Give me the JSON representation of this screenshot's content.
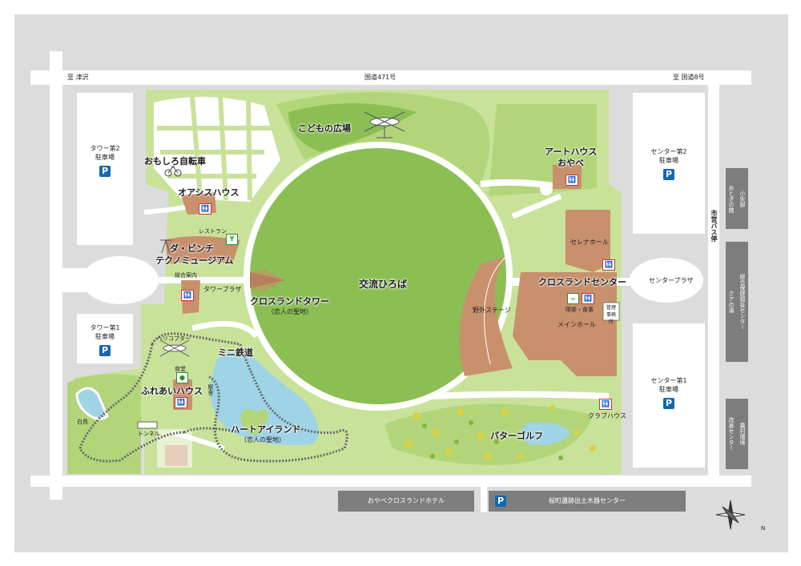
{
  "roads": {
    "top_road": "国道471号",
    "to_left": "至 津沢",
    "to_right": "至 国道8号"
  },
  "parking": {
    "tower2": [
      "タワー第2",
      "駐車場"
    ],
    "tower1": [
      "タワー第1",
      "駐車場"
    ],
    "center2": [
      "センター第2",
      "駐車場"
    ],
    "center1": [
      "センター第1",
      "駐車場"
    ],
    "p_symbol": "P"
  },
  "facilities": {
    "kodomo": "こどもの広場",
    "omoshiro": "おもしろ自転車",
    "oasis": "オアシスハウス",
    "restaurant": "レストラン",
    "davinci_1": "ダ・ビンチ",
    "davinci_2": "テクノミュージアム",
    "info": "総合案内",
    "tower_plaza": "タワープラザ",
    "tower_1": "クロスランドタワー",
    "tower_2": "（恋人の聖地）",
    "koryu": "交流ひろば",
    "art_1": "アートハウス",
    "art_2": "おやべ",
    "selena": "セレナホール",
    "crossland_center": "クロスランドセンター",
    "outdoor_stage": "野外ステージ",
    "cafe": "喫茶・食事",
    "office": "管理事務所",
    "main_hall": "メインホール",
    "center_plaza": "センタープラザ",
    "bus_stop": "市営バス停",
    "helicopter": "ヘリコプター",
    "mini_railway": "ミニ鉄道",
    "cafeteria": "食堂",
    "fureai": "ふれあいハウス",
    "station": "駅舎",
    "heart_1": "ハートアイランド",
    "heart_2": "（恋人の聖地）",
    "pond": "白鳥",
    "tunnel": "トンネル",
    "club_house": "クラブハウス",
    "putter_golf": "パターゴルフ"
  },
  "bottom_bands": {
    "hotel": "おやべクロスランドホテル",
    "sakura": "桜町遺跡出土木器センター"
  },
  "right_bands": {
    "otokinoyakata": [
      "小矢部",
      "おとぎの館"
    ],
    "health": [
      "総合保健福祉センター",
      "クアの湯"
    ],
    "agri": [
      "農村環境",
      "改善センター"
    ]
  },
  "colors": {
    "background_gray": "#dcdcdc",
    "grass_light": "#c8e29a",
    "grass_mid": "#b2d57a",
    "plaza_green": "#8bbf53",
    "building": "#c8906d",
    "water": "#9fd3e6",
    "parking_blue": "#1268b3",
    "band_gray": "#7d7d7d"
  },
  "compass": "N"
}
